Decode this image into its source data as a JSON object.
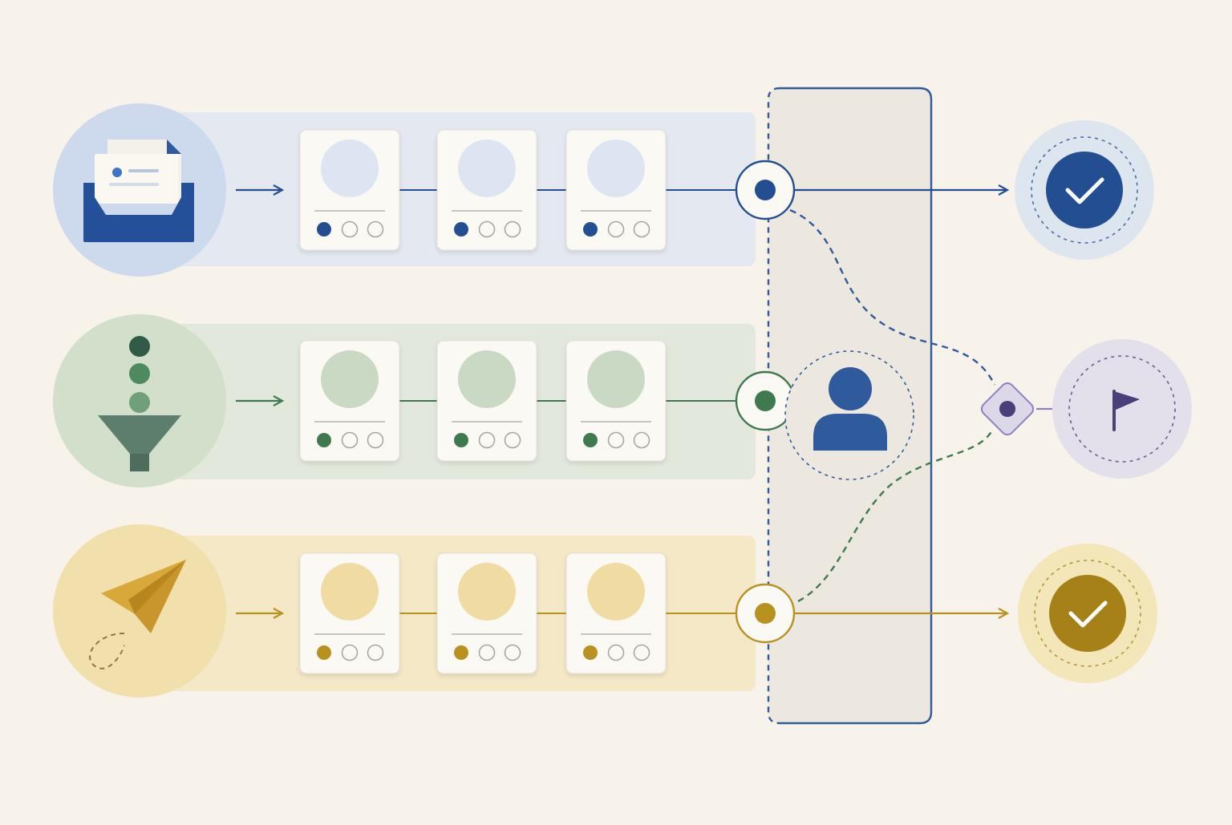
{
  "background": "#f7f3ea",
  "lanes": [
    {
      "id": "intake",
      "icon": "inbox-tray-icon",
      "band_color": "#e3e8f1",
      "circle_color": "#cdd9ec",
      "accent": "#244e92",
      "card_disc": "#dce5f1",
      "step_count": 3,
      "progress": 1,
      "progress_total": 3,
      "outcome": "checkmark-icon",
      "outcome_ring": "#dde5ef",
      "outcome_fill": "#244e92"
    },
    {
      "id": "filter",
      "icon": "funnel-icon",
      "band_color": "#e2e9dc",
      "circle_color": "#d1dfcb",
      "accent": "#3f7a4f",
      "card_disc": "#c9d9c3",
      "step_count": 3,
      "progress": 1,
      "progress_total": 3,
      "outcome": "flag-icon",
      "outcome_ring": "#e3dfeb",
      "outcome_fill": "#4a3f78"
    },
    {
      "id": "send",
      "icon": "paper-plane-icon",
      "band_color": "#f4e8c6",
      "circle_color": "#f1e0ab",
      "accent": "#b8911f",
      "card_disc": "#f0dba3",
      "step_count": 3,
      "progress": 1,
      "progress_total": 3,
      "outcome": "checkmark-icon",
      "outcome_ring": "#f3e6b8",
      "outcome_fill": "#a68118"
    }
  ],
  "review_panel": {
    "icon": "person-icon",
    "fill": "#ece8df",
    "border": "#2f5a9c",
    "person_color": "#2f5a9c"
  },
  "decision_node": {
    "icon": "diamond-decision-icon",
    "fill": "#ddd7ea",
    "border": "#8f7fc0",
    "dot": "#4a3f78"
  }
}
